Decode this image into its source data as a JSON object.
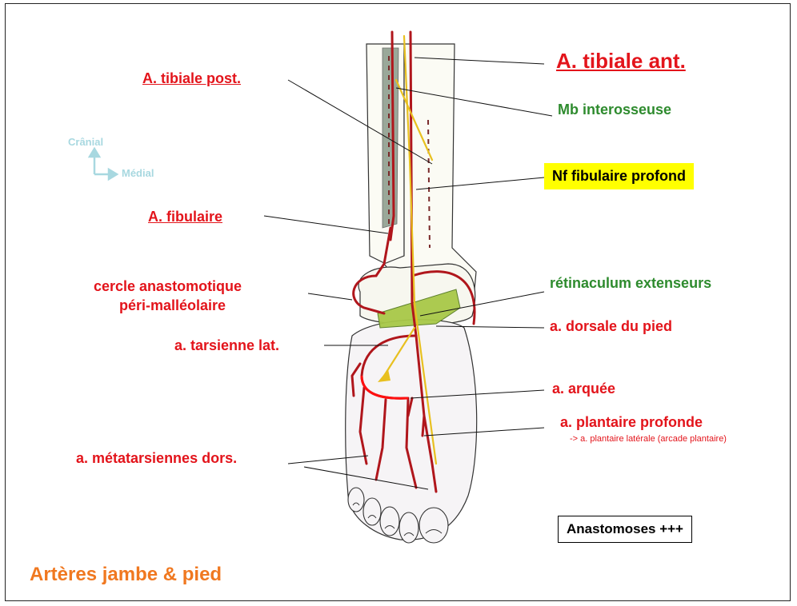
{
  "labels": {
    "tibiale_ant": "A. tibiale ant.",
    "tibiale_post": "A. tibiale post.",
    "mb_interosseuse": "Mb interosseuse",
    "nf_fibulaire": "Nf fibulaire profond",
    "fibulaire": "A. fibulaire",
    "cercle_1": "cercle anastomotique",
    "cercle_2": "péri-malléolaire",
    "retinaculum": "rétinaculum extenseurs",
    "dorsale_pied": "a. dorsale du pied",
    "tarsienne": "a.  tarsienne lat.",
    "arquee": "a. arquée",
    "plantaire_profonde": "a.  plantaire profonde",
    "plantaire_note": "-> a. plantaire latérale (arcade plantaire)",
    "metatarsiennes": "a. métatarsiennes dors.",
    "anastomoses": "Anastomoses +++",
    "title": "Artères jambe & pied"
  },
  "orientation": {
    "cranial": "Crânial",
    "medial": "Médial"
  },
  "colors": {
    "red_label": "#e3141b",
    "green_label": "#2e8b2e",
    "yellow_box": "#ffff00",
    "title_orange": "#f07820",
    "orientation_blue": "#a8d8e0",
    "artery": "#b0161c",
    "nerve": "#e8c020",
    "retinaculum": "#a8c848",
    "membrane": "#8a9a8a"
  }
}
